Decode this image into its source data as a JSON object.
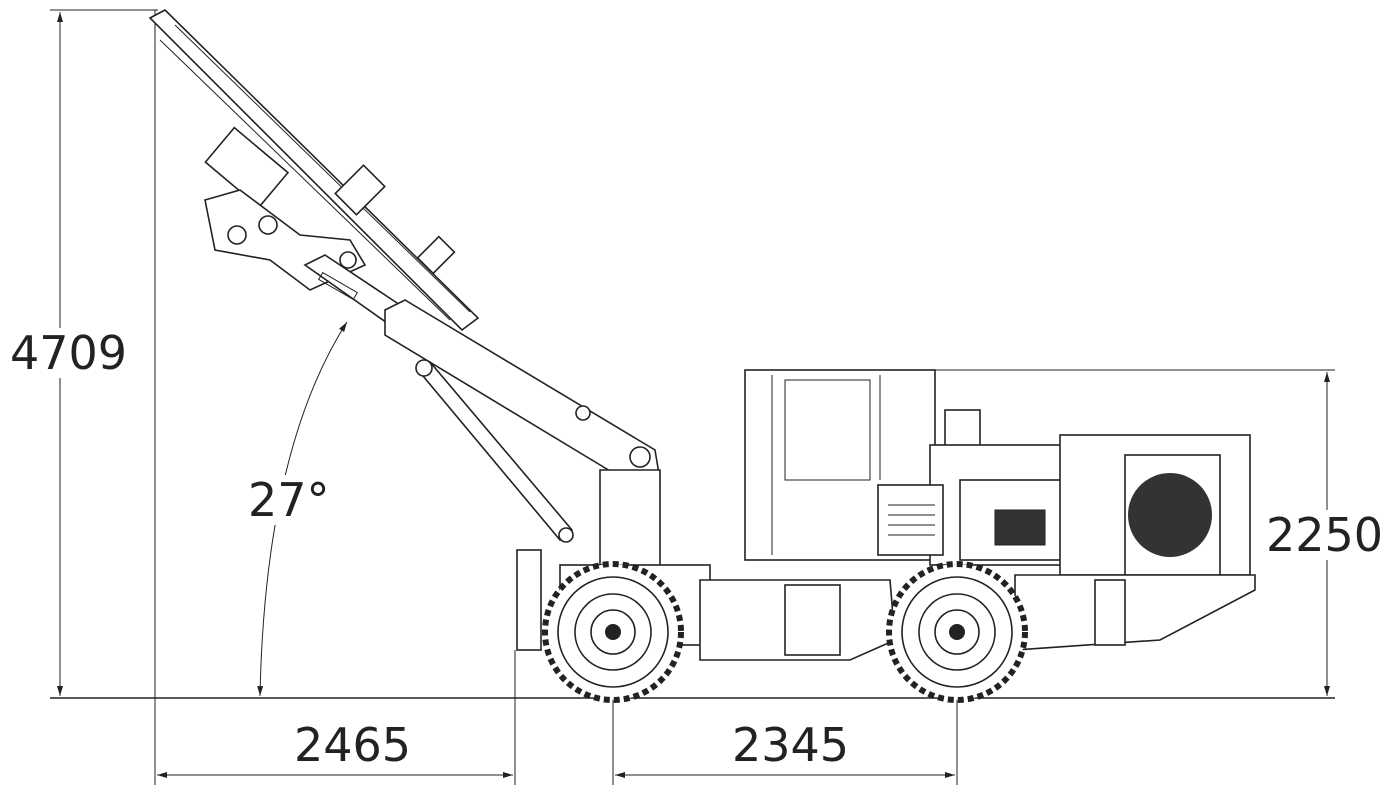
{
  "title": "Drill rig side elevation with dimensions",
  "dimensions": {
    "overall_height": "4709",
    "cab_height": "2250",
    "front_overhang": "2465",
    "wheelbase": "2345",
    "boom_angle": "27°"
  }
}
